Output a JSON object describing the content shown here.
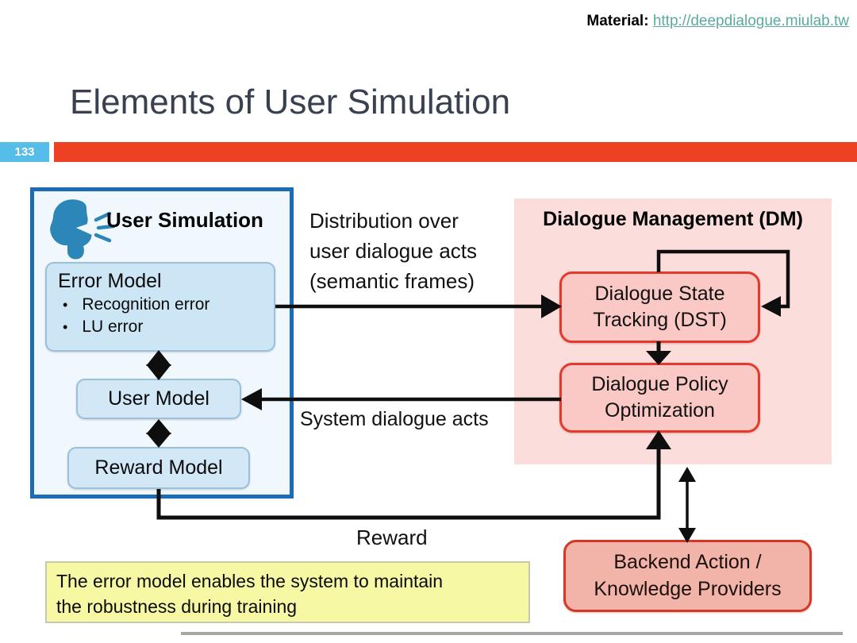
{
  "material": {
    "label": "Material:",
    "url": "http://deepdialogue.miulab.tw"
  },
  "slide": {
    "title": "Elements of User Simulation",
    "number": "133"
  },
  "user_simulation": {
    "title": "User Simulation",
    "error_model": {
      "title": "Error Model",
      "bullets": [
        "Recognition error",
        "LU error"
      ]
    },
    "user_model": {
      "label": "User Model"
    },
    "reward_model": {
      "label": "Reward Model"
    }
  },
  "dialogue_management": {
    "title": "Dialogue Management (DM)",
    "dst": {
      "label": "Dialogue State Tracking (DST)"
    },
    "policy": {
      "label": "Dialogue Policy Optimization"
    }
  },
  "backend": {
    "label": "Backend Action / Knowledge Providers"
  },
  "labels": {
    "distribution_lines": [
      "Distribution over",
      "user dialogue acts",
      "(semantic frames)"
    ],
    "system_dialogue_acts": "System dialogue acts",
    "reward": "Reward"
  },
  "note": {
    "line1": "The error model enables the system to maintain",
    "line2": "the robustness during training"
  },
  "colors": {
    "accent_red_bar": "#ee4023",
    "badge_blue": "#56bde8",
    "panel_blue_border": "#1b6cb5",
    "light_blue_fill": "#cde6f6",
    "panel_pink": "#fbdedc",
    "pink_box_fill": "#fac8c5",
    "pink_box_border": "#e23b2e",
    "backend_fill": "#f2b4a8",
    "note_yellow": "#f7f8a4",
    "link_teal": "#5aaaa2",
    "icon_teal": "#2c87b8"
  }
}
